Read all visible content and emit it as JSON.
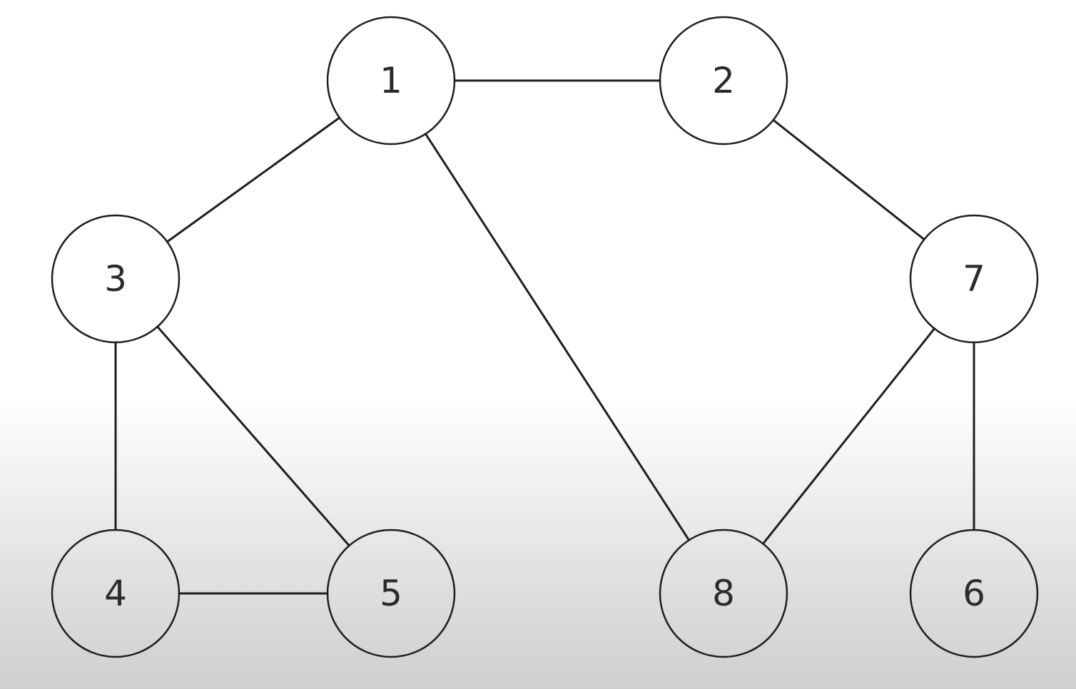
{
  "graph": {
    "nodes": [
      {
        "id": "1",
        "label": "1"
      },
      {
        "id": "2",
        "label": "2"
      },
      {
        "id": "3",
        "label": "3"
      },
      {
        "id": "7",
        "label": "7"
      },
      {
        "id": "4",
        "label": "4"
      },
      {
        "id": "5",
        "label": "5"
      },
      {
        "id": "8",
        "label": "8"
      },
      {
        "id": "6",
        "label": "6"
      }
    ],
    "edges": [
      {
        "from": "1",
        "to": "2"
      },
      {
        "from": "1",
        "to": "3"
      },
      {
        "from": "1",
        "to": "8"
      },
      {
        "from": "2",
        "to": "7"
      },
      {
        "from": "3",
        "to": "4"
      },
      {
        "from": "3",
        "to": "5"
      },
      {
        "from": "4",
        "to": "5"
      },
      {
        "from": "7",
        "to": "8"
      },
      {
        "from": "7",
        "to": "6"
      }
    ]
  }
}
